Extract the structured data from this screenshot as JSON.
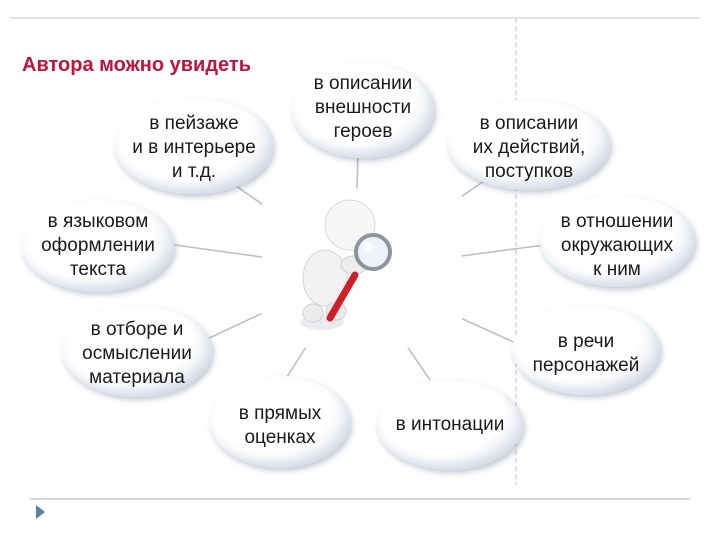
{
  "title": "Автора можно увидеть",
  "nodes": {
    "landscape": "в пейзаже\nи в интерьере\nи т.д.",
    "appearance": "в описании\nвнешности\nгероев",
    "actions": "в описании\nих действий,\nпоступков",
    "language": "в языковом\nоформлении\nтекста",
    "attitude": "в отношении\nокружающих\nк ним",
    "selection": "в отборе и\nосмыслении\nматериала",
    "speech": "в речи\nперсонажей",
    "evaluations": "в прямых\nоценках",
    "intonation": "в интонации"
  },
  "colors": {
    "title": "#c0143c",
    "connector": "#b9c0cc",
    "magnifier_handle": "#d11e28",
    "frame_lines": "#c6cad3"
  },
  "icons": {
    "center": "figure-with-magnifier-icon",
    "footer": "triangle-arrow-icon"
  }
}
